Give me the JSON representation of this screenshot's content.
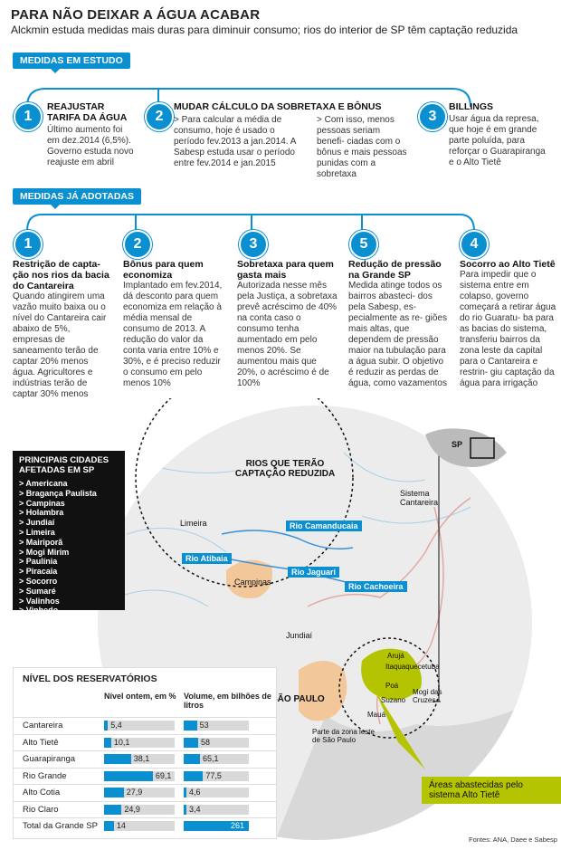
{
  "title": "PARA NÃO DEIXAR A ÁGUA ACABAR",
  "subtitle": "Alckmin estuda medidas mais duras para diminuir consumo; rios do interior de SP têm captação reduzida",
  "studied": {
    "header": "MEDIDAS EM ESTUDO",
    "items": [
      {
        "num": "1",
        "head": "REAJUSTAR TARIFA DA ÁGUA",
        "text": "Último aumento foi em dez.2014 (6,5%). Governo estuda novo reajuste em abril"
      },
      {
        "num": "2",
        "head": "MUDAR CÁLCULO DA SOBRETAXA E BÔNUS",
        "text": "> Para calcular a média de consumo, hoje é usado o período fev.2013 a jan.2014. A Sabesp estuda usar o período entre fev.2014 e jan.2015",
        "text2": "> Com isso, menos pessoas seriam benefi- ciadas com o bônus e mais pessoas punidas com a sobretaxa"
      },
      {
        "num": "3",
        "head": "BILLINGS",
        "text": "Usar água da represa, que hoje é em grande parte poluída, para reforçar o Guarapiranga e o Alto Tietê"
      }
    ]
  },
  "adopted": {
    "header": "MEDIDAS JÁ ADOTADAS",
    "items": [
      {
        "num": "1",
        "head": "Restrição de capta- ção nos rios da bacia do Cantareira",
        "text": "Quando atingirem uma vazão muito baixa ou o nível do Cantareira cair abaixo de 5%, empresas de saneamento terão de captar 20% menos água. Agricultores e indústrias terão de captar 30% menos"
      },
      {
        "num": "2",
        "head": "Bônus para quem economiza",
        "text": "Implantado em fev.2014, dá desconto para quem economiza em relação à média mensal de consumo de 2013. A redução do valor da conta varia entre 10% e 30%, e é preciso reduzir o consumo em pelo menos 10%"
      },
      {
        "num": "3",
        "head": "Sobretaxa para quem gasta mais",
        "text": "Autorizada nesse mês pela Justiça, a sobretaxa prevê acréscimo de 40% na conta caso o consumo tenha aumentado em pelo menos 20%. Se aumentou mais que 20%, o acréscimo é de 100%"
      },
      {
        "num": "5",
        "head": "Redução de pressão na Grande SP",
        "text": "Medida atinge todos os bairros abasteci- dos pela Sabesp, es- pecialmente as re- giões mais altas, que dependem de pressão maior na tubulação para a água subir. O objetivo é reduzir as perdas de água, como vazamentos"
      },
      {
        "num": "4",
        "head": "Socorro ao Alto Tietê",
        "text": "Para impedir que o sistema entre em colapso, governo começará a retirar água do rio Guaratu- ba para as bacias do sistema, transferiu bairros da zona leste da capital para o Cantareira e restrin- giu captação da água para irrigação"
      }
    ]
  },
  "cities": {
    "header": "PRINCIPAIS CIDADES AFETADAS EM SP",
    "list": [
      "> Americana",
      "> Bragança Paulista",
      "> Campinas",
      "> Holambra",
      "> Jundiaí",
      "> Limeira",
      "> Mairiporã",
      "> Mogi Mirim",
      "> Paulínia",
      "> Piracaia",
      "> Socorro",
      "> Sumaré",
      "> Valinhos",
      "> Vinhedo"
    ]
  },
  "map": {
    "rivers_title": "RIOS QUE TERÃO CAPTAÇÃO REDUZIDA",
    "rivers": [
      "Rio Camanducaia",
      "Rio Atibaia",
      "Rio Jaguari",
      "Rio Cachoeira"
    ],
    "places": {
      "limeira": "Limeira",
      "campinas": "Campinas",
      "jundiai": "Jundiaí",
      "sao_paulo": "SÃO PAULO",
      "sistema": "Sistema Cantareira",
      "sp": "SP",
      "zona_leste": "Parte da zona leste de São Paulo",
      "aruja": "Arujá",
      "itaqua": "Itaquaquecetuba",
      "poa": "Poá",
      "suzano": "Suzano",
      "maua": "Mauá",
      "mogi": "Mogi das Cruzes"
    },
    "alto_tiete_label": "Áreas abastecidas pelo sistema Alto Tietê",
    "colors": {
      "accent": "#0a8fd1",
      "alto_tiete": "#b5c400",
      "city": "#f2c79a"
    }
  },
  "reservoirs": {
    "title": "NÍVEL DOS RESERVATÓRIOS",
    "col1": "Nível ontem, em %",
    "col2": "Volume, em bilhões de litros",
    "rows": [
      {
        "name": "Cantareira",
        "level": 5.4,
        "level_label": "5,4",
        "volume": 53,
        "volume_label": "53"
      },
      {
        "name": "Alto Tietê",
        "level": 10.1,
        "level_label": "10,1",
        "volume": 58,
        "volume_label": "58"
      },
      {
        "name": "Guarapiranga",
        "level": 38.1,
        "level_label": "38,1",
        "volume": 65.1,
        "volume_label": "65,1"
      },
      {
        "name": "Rio Grande",
        "level": 69.1,
        "level_label": "69,1",
        "volume": 77.5,
        "volume_label": "77,5"
      },
      {
        "name": "Alto Cotia",
        "level": 27.9,
        "level_label": "27,9",
        "volume": 4.6,
        "volume_label": "4,6"
      },
      {
        "name": "Rio Claro",
        "level": 24.9,
        "level_label": "24,9",
        "volume": 3.4,
        "volume_label": "3,4"
      },
      {
        "name": "Total da Grande SP",
        "level": 14,
        "level_label": "14",
        "volume": 261,
        "volume_label": "261"
      }
    ]
  },
  "source": "Fontes: ANA, Daee e Sabesp"
}
